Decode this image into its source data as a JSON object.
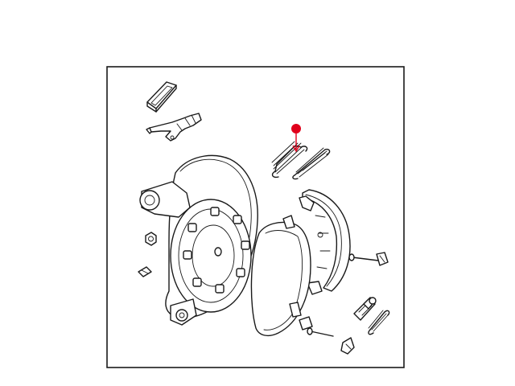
{
  "diagram": {
    "style": "exploded-view parts illustration",
    "parts": [
      "brake-shoe-retaining-clip",
      "parking-brake-lever",
      "backing-plate",
      "lug-nut",
      "adjuster-plug",
      "upper-return-spring",
      "brake-shoe-rear",
      "brake-shoe-front",
      "hold-down-pin-upper",
      "hold-down-pin-lower",
      "adjuster-screw-assembly",
      "lower-spring",
      "spring-clip"
    ],
    "highlight": {
      "part": "upper-return-spring",
      "color": "#e0001b"
    },
    "colors": {
      "line": "#1a1a1a",
      "background": "#ffffff",
      "frame": "#1a1a1a"
    }
  }
}
